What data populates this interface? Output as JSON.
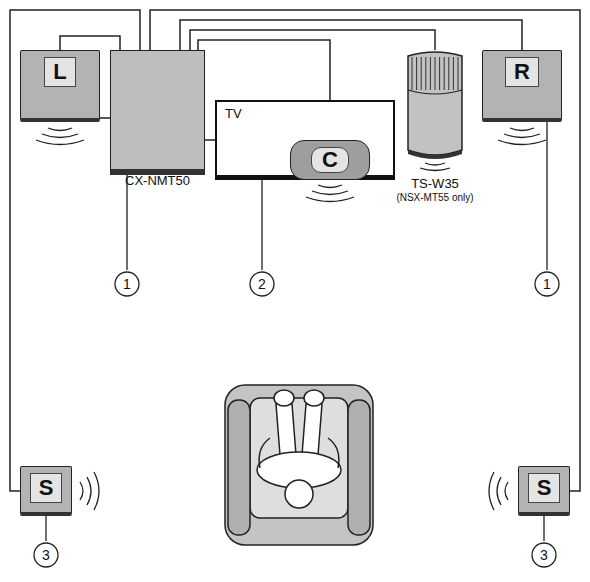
{
  "diagram": {
    "nodes": [
      {
        "text": [
          "L"
        ]
      },
      {
        "text": [
          "CX-NMT50"
        ]
      },
      {
        "text": [
          "TV"
        ]
      },
      {
        "text": [
          "C"
        ],
        "in": 2
      },
      {
        "text": [
          "TS-W35",
          "(NSX-MT55 only)"
        ]
      },
      {
        "text": [
          "R"
        ]
      },
      {
        "text": [
          "S"
        ]
      },
      {
        "text": [
          "S"
        ]
      }
    ],
    "edges": [
      {
        "from": 1,
        "to": 0,
        "arrow": "none"
      },
      {
        "from": 1,
        "to": 2,
        "arrow": "none"
      },
      {
        "from": 1,
        "to": 3,
        "arrow": "none"
      },
      {
        "from": 1,
        "to": 4,
        "arrow": "none"
      },
      {
        "from": 1,
        "to": 5,
        "arrow": "none"
      },
      {
        "from": 1,
        "to": 6,
        "arrow": "none"
      },
      {
        "from": 1,
        "to": 7,
        "arrow": "none"
      }
    ],
    "labels": [
      "1",
      "2",
      "1",
      "3",
      "3"
    ]
  }
}
